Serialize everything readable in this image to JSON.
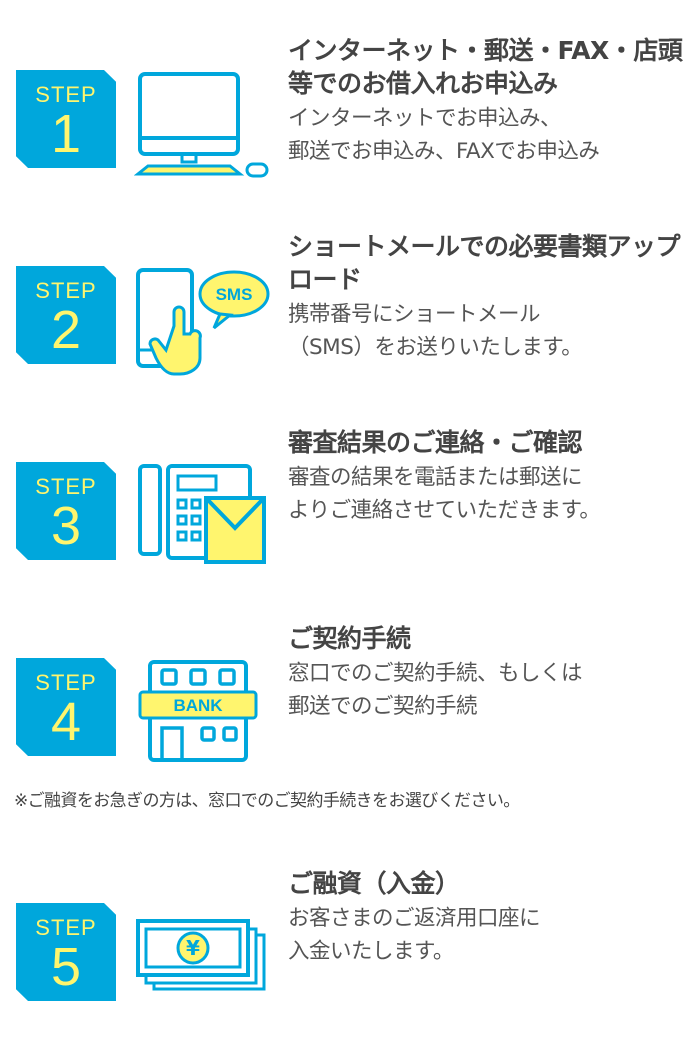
{
  "step_label": "STEP",
  "colors": {
    "blue": "#00a7dc",
    "yellow": "#fff56e"
  },
  "steps": [
    {
      "number": "1",
      "icon": "computer-icon",
      "title": "インターネット・郵送・FAX・店頭等でのお借入れお申込み",
      "body": [
        "インターネットでお申込み、",
        "郵送でお申込み、FAXでお申込み"
      ]
    },
    {
      "number": "2",
      "icon": "smartphone-sms-icon",
      "icon_text": "SMS",
      "title": "ショートメールでの必要書類アップロード",
      "body": [
        "携帯番号にショートメール",
        "（SMS）をお送りいたします。"
      ]
    },
    {
      "number": "3",
      "icon": "phone-mail-icon",
      "title": "審査結果のご連絡・ご確認",
      "body": [
        "審査の結果を電話または郵送に",
        "よりご連絡させていただきます。"
      ]
    },
    {
      "number": "4",
      "icon": "bank-icon",
      "icon_text": "BANK",
      "title": "ご契約手続",
      "body": [
        "窓口でのご契約手続、もしくは",
        "郵送でのご契約手続"
      ]
    },
    {
      "number": "5",
      "icon": "money-icon",
      "icon_text": "¥",
      "title": "ご融資（入金）",
      "body": [
        "お客さまのご返済用口座に",
        "入金いたします。"
      ]
    }
  ],
  "note": "※ご融資をお急ぎの方は、窓口でのご契約手続きをお選びください。"
}
